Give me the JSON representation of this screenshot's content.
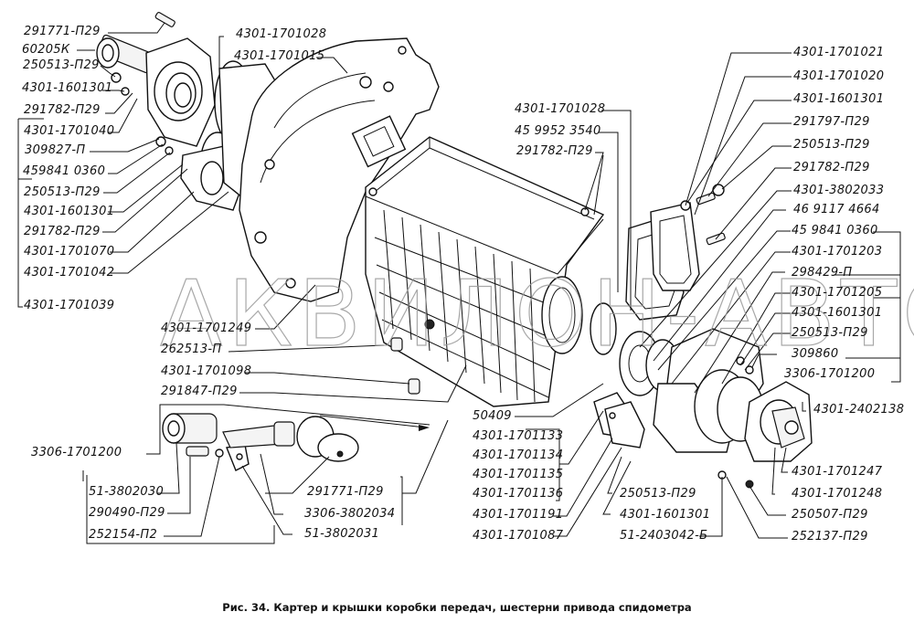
{
  "figure": {
    "caption": "Рис. 34. Картер и крышки коробки передач, шестерни привода спидометра",
    "watermark": "АКВИЛОН-АВТО"
  },
  "labels": {
    "left": [
      "291771-П29",
      "60205К",
      "250513-П29",
      "4301-1601301",
      "291782-П29",
      "4301-1701040",
      "309827-П",
      "459841 0360",
      "250513-П29",
      "4301-1601301",
      "291782-П29",
      "4301-1701070",
      "4301-1701042",
      "4301-1701039"
    ],
    "top": [
      "4301-1701028",
      "4301-1701015"
    ],
    "center_top": [
      "4301-1701028",
      "45 9952 3540",
      "291782-П29"
    ],
    "right": [
      "4301-1701021",
      "4301-1701020",
      "4301-1601301",
      "291797-П29",
      "250513-П29",
      "291782-П29",
      "4301-3802033",
      "46 9117 4664",
      "45 9841 0360",
      "4301-1701203",
      "298429-П",
      "4301-1701205",
      "4301-1601301",
      "250513-П29",
      "309860",
      "3306-1701200"
    ],
    "mid_left": [
      "4301-1701249",
      "262513-П",
      "4301-1701098",
      "291847-П29"
    ],
    "speedo_left": [
      "3306-1701200",
      "51-3802030",
      "290490-П29",
      "252154-П2"
    ],
    "speedo_center": [
      "291771-П29",
      "3306-3802034",
      "51-3802031"
    ],
    "bottom_center": [
      "50409",
      "4301-1701133",
      "4301-1701134",
      "4301-1701135",
      "4301-1701136",
      "4301-1701191",
      "4301-1701087"
    ],
    "bottom_right_mid": [
      "250513-П29",
      "4301-1601301",
      "51-2403042-Б"
    ],
    "bottom_right": [
      "4301-2402138",
      "4301-1701247",
      "4301-1701248",
      "250507-П29",
      "252137-П29"
    ]
  }
}
